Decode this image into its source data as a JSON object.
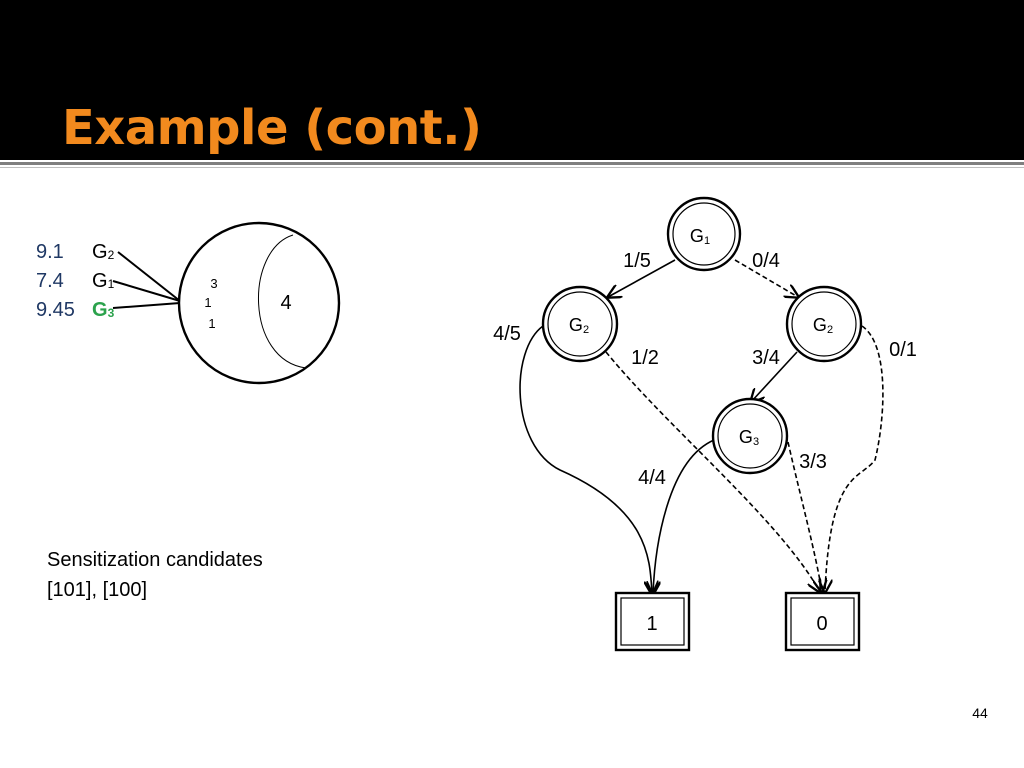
{
  "slide": {
    "title": "Example (cont.)",
    "page_number": "44",
    "colors": {
      "header_bg": "#000000",
      "title": "#F28A1E",
      "rank_values": "#1F3864",
      "highlight": "#2BA24C"
    }
  },
  "ranking": [
    {
      "value": "9.1",
      "gate": "G",
      "sub": "2",
      "highlight": false
    },
    {
      "value": "7.4",
      "gate": "G",
      "sub": "1",
      "highlight": false
    },
    {
      "value": "9.45",
      "gate": "G",
      "sub": "3",
      "highlight": true
    }
  ],
  "venn": {
    "left_top": "3",
    "left_mid": "1",
    "left_bot": "1",
    "right": "4"
  },
  "sensitization": {
    "line1": "Sensitization candidates",
    "line2": "[101], [100]"
  },
  "bdd": {
    "nodes": {
      "g1": "G",
      "g1_sub": "1",
      "g2l": "G",
      "g2l_sub": "2",
      "g2r": "G",
      "g2r_sub": "2",
      "g3": "G",
      "g3_sub": "3"
    },
    "terminals": {
      "one": "1",
      "zero": "0"
    },
    "edges": {
      "g1_g2l": "1/5",
      "g1_g2r": "0/4",
      "g2l_to_1": "4/5",
      "g2l_to_0": "1/2",
      "g2r_to_g3": "3/4",
      "g2r_to_0": "0/1",
      "g3_to_1": "4/4",
      "g3_to_0": "3/3"
    }
  }
}
